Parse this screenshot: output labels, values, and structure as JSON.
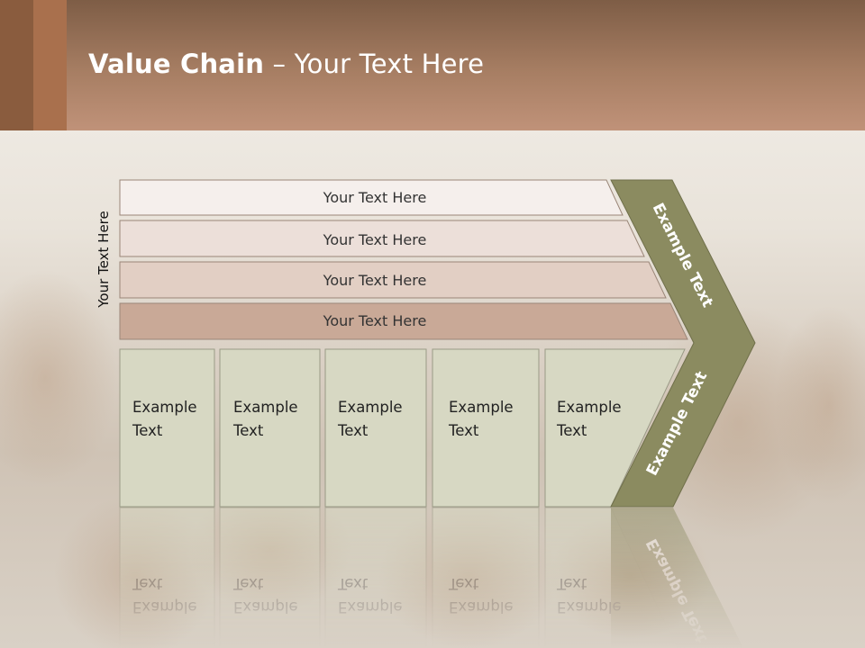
{
  "slide": {
    "title_bold": "Value Chain",
    "title_rest": " – Your Text Here",
    "side_label": "Your Text Here"
  },
  "support_rows": [
    {
      "label": "Your Text Here"
    },
    {
      "label": "Your Text Here"
    },
    {
      "label": "Your Text Here"
    },
    {
      "label": "Your Text Here"
    }
  ],
  "primary_cells": [
    {
      "line1": "Example",
      "line2": "Text"
    },
    {
      "line1": "Example",
      "line2": "Text"
    },
    {
      "line1": "Example",
      "line2": "Text"
    },
    {
      "line1": "Example",
      "line2": "Text"
    },
    {
      "line1": "Example",
      "line2": "Text"
    }
  ],
  "chevron": {
    "upper_label": "Example Text",
    "lower_label": "Example Text"
  },
  "colors": {
    "header": "#b2866a",
    "row_fills": [
      "#f5efec",
      "#ecdfd9",
      "#e2cfc4",
      "#c9a997"
    ],
    "cell_fill": "#d7d8c3",
    "chevron": "#8b8b60"
  }
}
